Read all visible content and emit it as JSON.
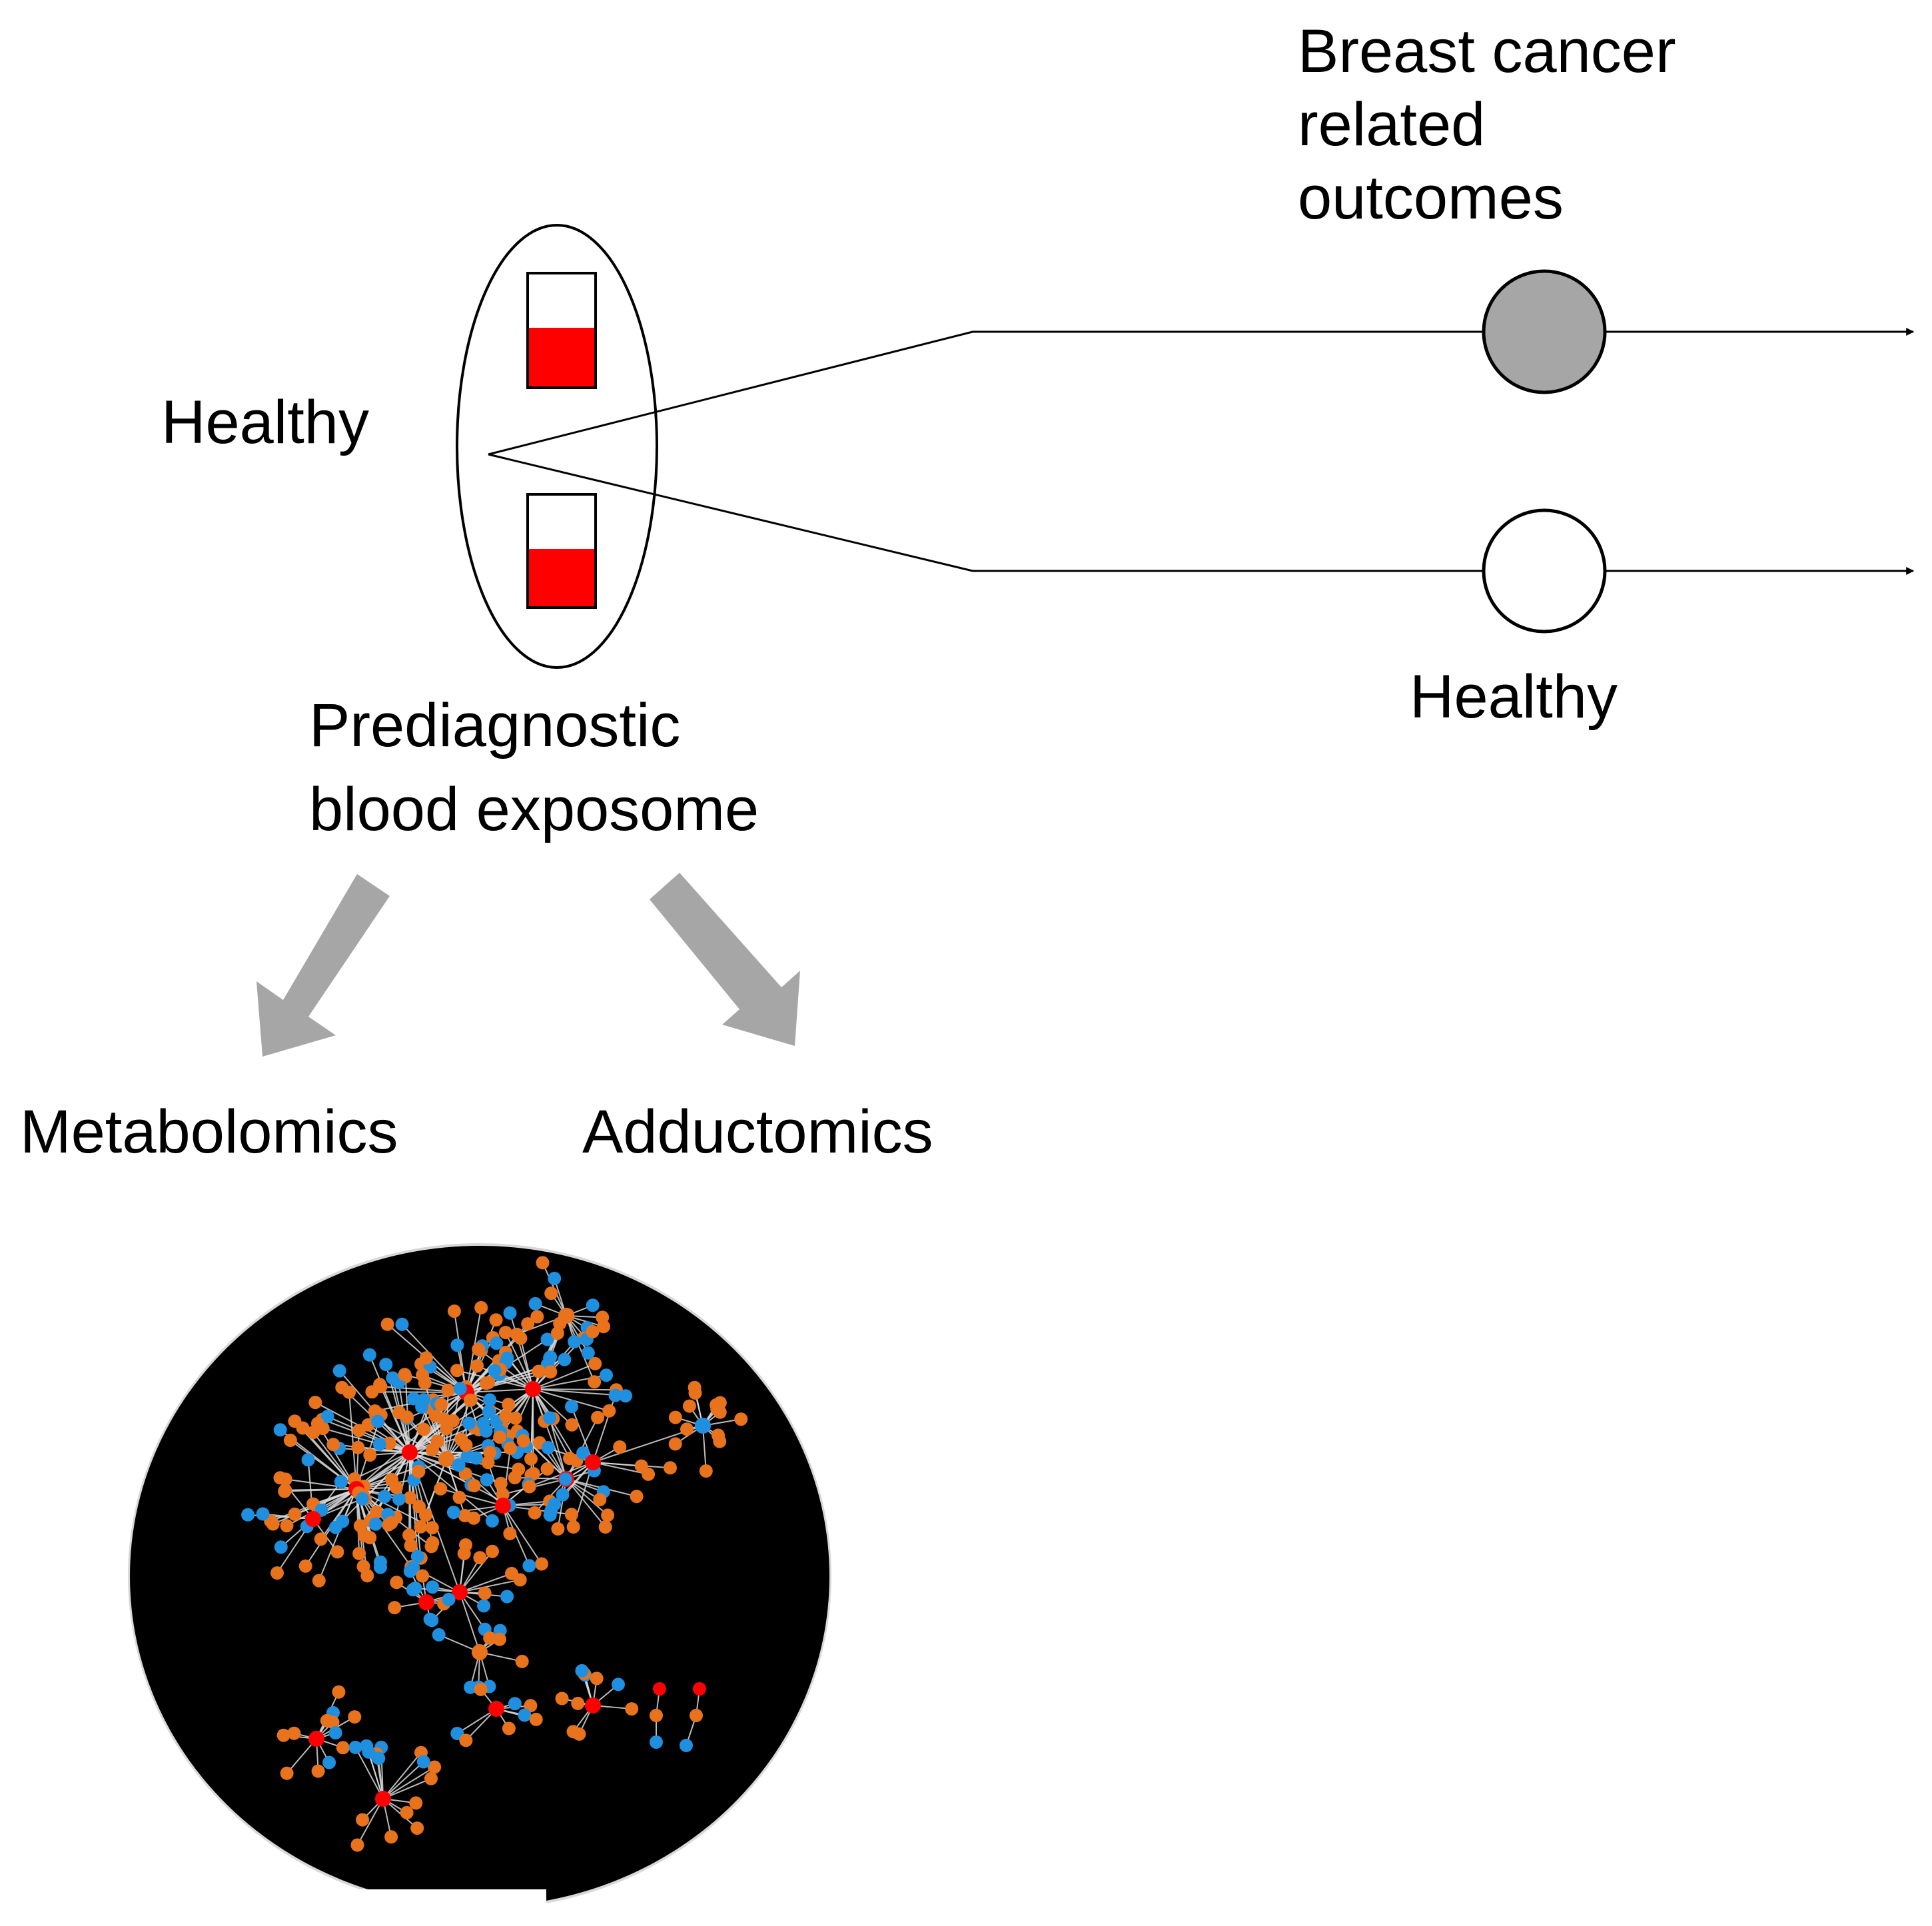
{
  "labels": {
    "outcome_line1": "Breast cancer",
    "outcome_line2": "related",
    "outcome_line3": "outcomes",
    "healthy_left": "Healthy",
    "healthy_right": "Healthy",
    "exposome_line1": "Prediagnostic",
    "exposome_line2": "blood exposome",
    "metabolomics": "Metabolomics",
    "adductomics": "Adductomics"
  },
  "colors": {
    "blood": "#ff0000",
    "case_circle": "#a6a6a6",
    "control_circle": "#ffffff",
    "flow_arrow": "#a6a6a6",
    "network_background": "#000000",
    "node_orange": "#e8731c",
    "node_blue": "#1f8fe0",
    "node_red": "#ff0000",
    "network_edge": "#dcdcdc"
  },
  "icons": {
    "tubes": "blood-sample-tube-icon",
    "network": "molecular-network-icon"
  }
}
